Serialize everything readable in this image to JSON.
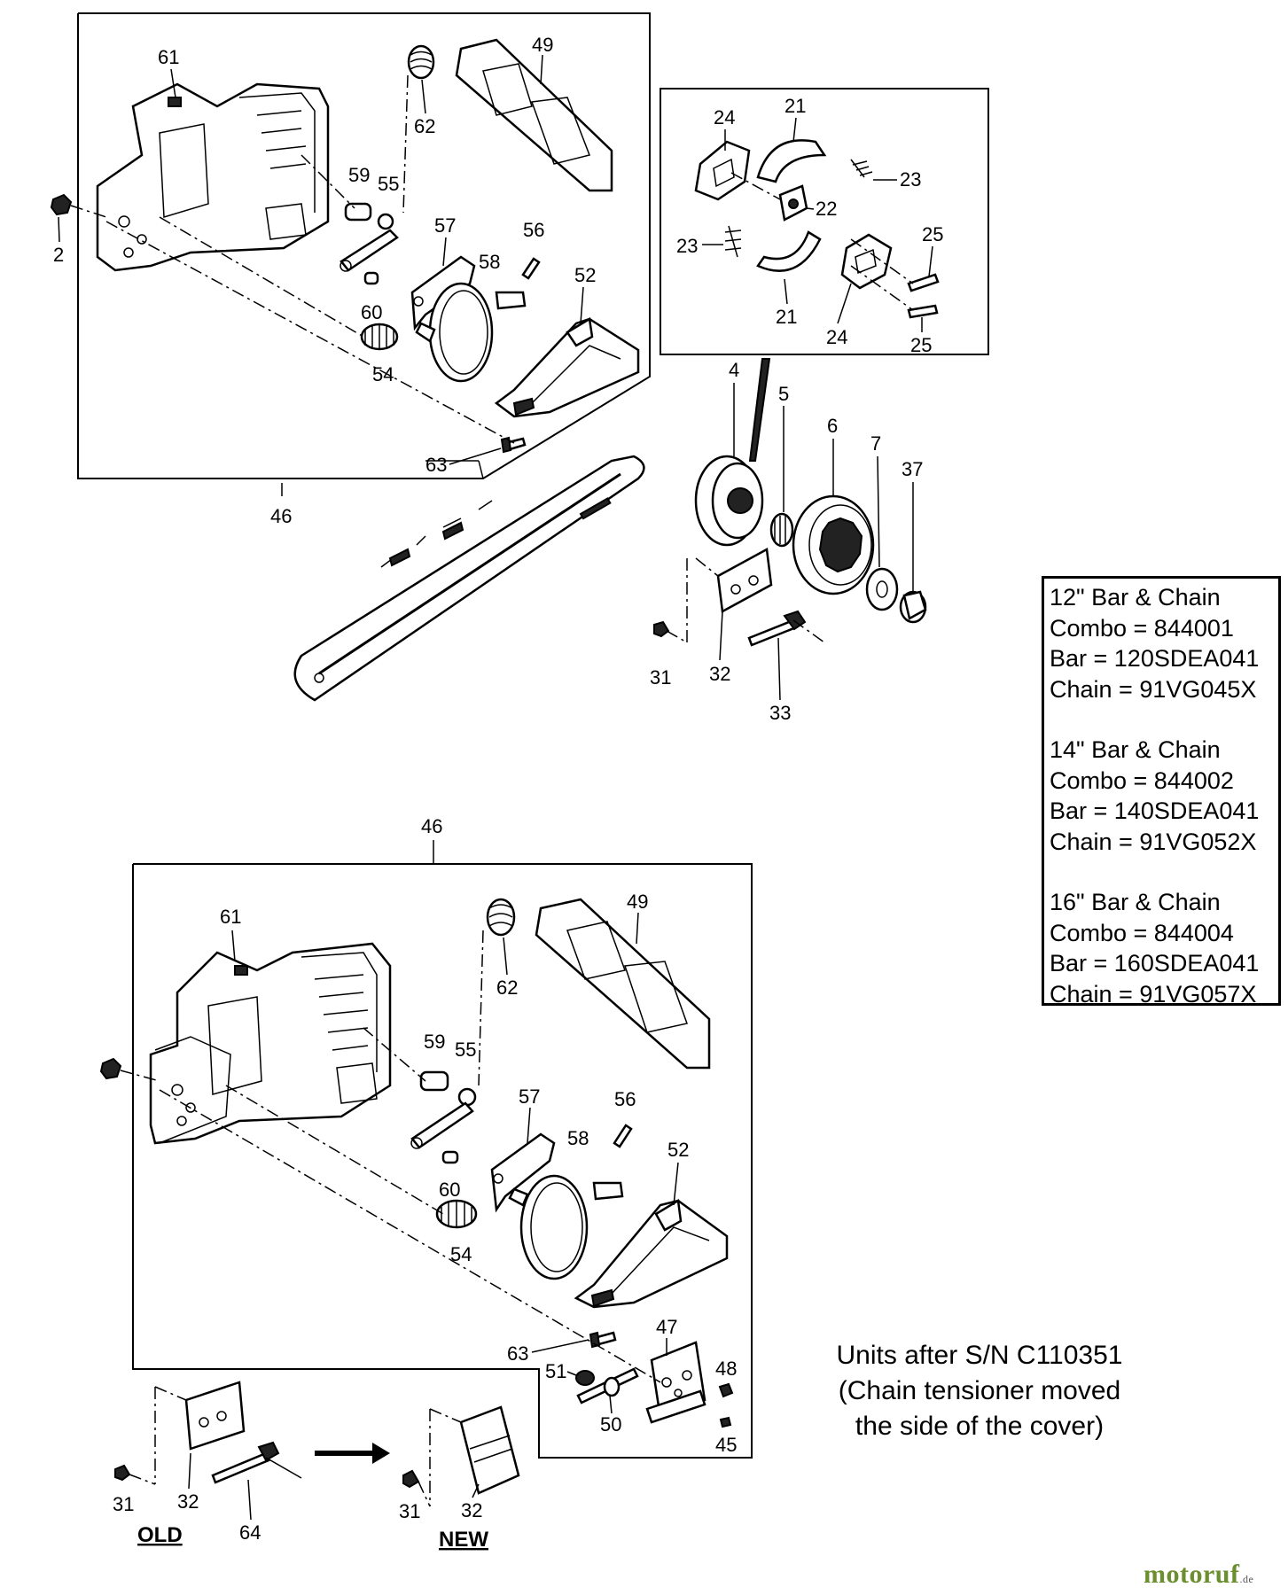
{
  "labels": {
    "upper": {
      "p61": "61",
      "p49": "49",
      "p62": "62",
      "p2": "2",
      "p59": "59",
      "p55": "55",
      "p57": "57",
      "p56": "56",
      "p58": "58",
      "p52": "52",
      "p60": "60",
      "p54": "54",
      "p63": "63",
      "p46": "46"
    },
    "clutch": {
      "p24a": "24",
      "p21a": "21",
      "p23a": "23",
      "p22": "22",
      "p23b": "23",
      "p25a": "25",
      "p21b": "21",
      "p24b": "24",
      "p25b": "25"
    },
    "drive": {
      "p4": "4",
      "p5": "5",
      "p6": "6",
      "p7": "7",
      "p37": "37",
      "p31": "31",
      "p32": "32",
      "p33": "33"
    },
    "lower": {
      "p46": "46",
      "p61": "61",
      "p49": "49",
      "p62": "62",
      "p59": "59",
      "p55": "55",
      "p57": "57",
      "p56": "56",
      "p58": "58",
      "p52": "52",
      "p60": "60",
      "p54": "54",
      "p47": "47",
      "p63": "63",
      "p51": "51",
      "p48": "48",
      "p50": "50",
      "p45": "45"
    },
    "oldnew": {
      "p31old": "31",
      "p32old": "32",
      "p64": "64",
      "old": "OLD",
      "p31new": "31",
      "p32new": "32",
      "new": "NEW"
    }
  },
  "combos": [
    {
      "title": "12\" Bar & Chain",
      "combo": "Combo = 844001",
      "bar": "Bar = 120SDEA041",
      "chain": "Chain = 91VG045X"
    },
    {
      "title": "14\" Bar & Chain",
      "combo": "Combo = 844002",
      "bar": "Bar = 140SDEA041",
      "chain": "Chain = 91VG052X"
    },
    {
      "title": "16\" Bar & Chain",
      "combo": "Combo = 844004",
      "bar": "Bar = 160SDEA041",
      "chain": "Chain = 91VG057X"
    }
  ],
  "note": {
    "line1": "Units after S/N C110351",
    "line2": "(Chain tensioner moved",
    "line3": "the side of the cover)"
  },
  "watermark": {
    "name": "motoruf",
    "tld": ".de"
  }
}
